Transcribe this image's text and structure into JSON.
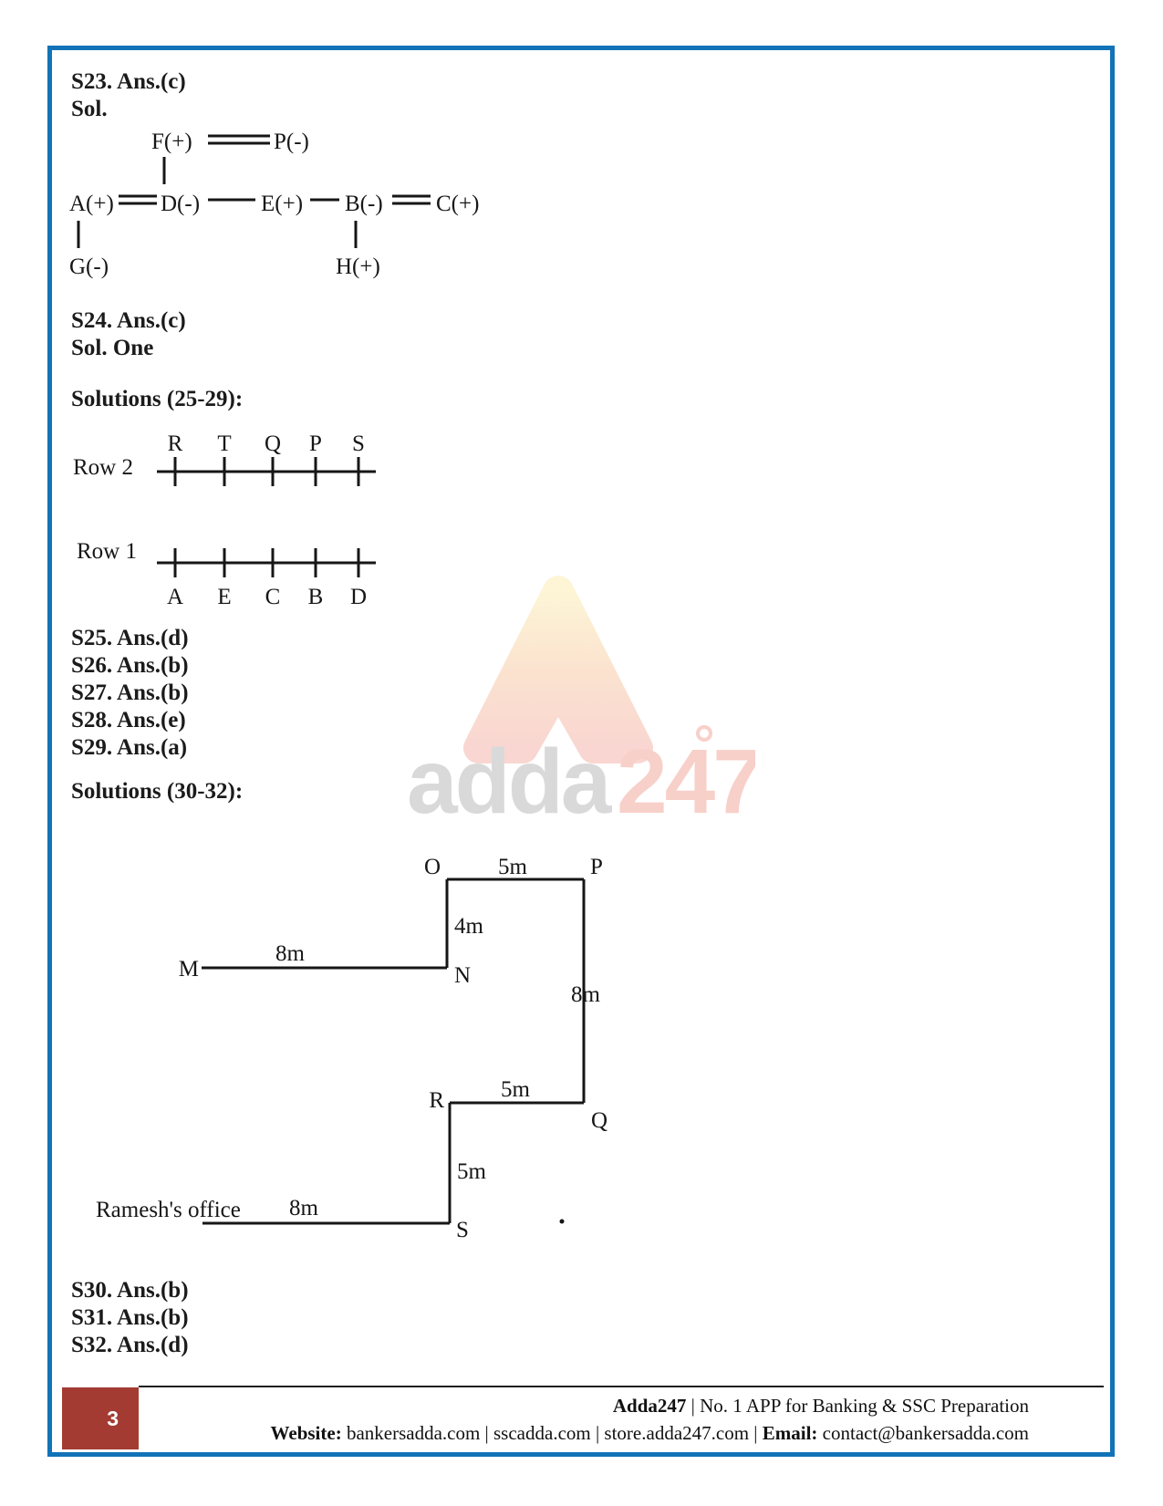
{
  "page": {
    "border_color": "#1273b7"
  },
  "s23": {
    "label": "S23. Ans.(c)",
    "sol": "Sol."
  },
  "family_tree": {
    "f": "F(+)",
    "p": "P(-)",
    "a": "A(+)",
    "d": "D(-)",
    "e": "E(+)",
    "b": "B(-)",
    "c": "C(+)",
    "g": "G(-)",
    "h": "H(+)"
  },
  "s24": {
    "label": "S24. Ans.(c)",
    "sol": "Sol. One"
  },
  "block_25_29": {
    "title": "Solutions (25-29):",
    "row2": {
      "label": "Row 2",
      "letters": [
        "R",
        "T",
        "Q",
        "P",
        "S"
      ]
    },
    "row1": {
      "label": "Row 1",
      "letters": [
        "A",
        "E",
        "C",
        "B",
        "D"
      ]
    },
    "answers": [
      "S25. Ans.(d)",
      "S26. Ans.(b)",
      "S27. Ans.(b)",
      "S28. Ans.(e)",
      "S29. Ans.(a)"
    ]
  },
  "block_30_32": {
    "title": "Solutions (30-32):",
    "labels": {
      "o": "O",
      "p": "P",
      "n": "N",
      "m": "M",
      "q": "Q",
      "r": "R",
      "s": "S",
      "office": "Ramesh's office"
    },
    "dist": {
      "op": "5m",
      "on": "4m",
      "mn": "8m",
      "pq": "8m",
      "rq": "5m",
      "rs": "5m",
      "office_s": "8m"
    },
    "answers": [
      "S30. Ans.(b)",
      "S31. Ans.(b)",
      "S32. Ans.(d)"
    ]
  },
  "watermark": {
    "adda": "adda",
    "num": "247"
  },
  "footer": {
    "page_number": "3",
    "line1_brand": "Adda247",
    "line1_rest": " | No. 1 APP for Banking & SSC Preparation",
    "line2_website_label": "Website:",
    "line2_websites": " bankersadda.com | sscadda.com | store.adda247.com | ",
    "line2_email_label": "Email:",
    "line2_email": " contact@bankersadda.com"
  }
}
